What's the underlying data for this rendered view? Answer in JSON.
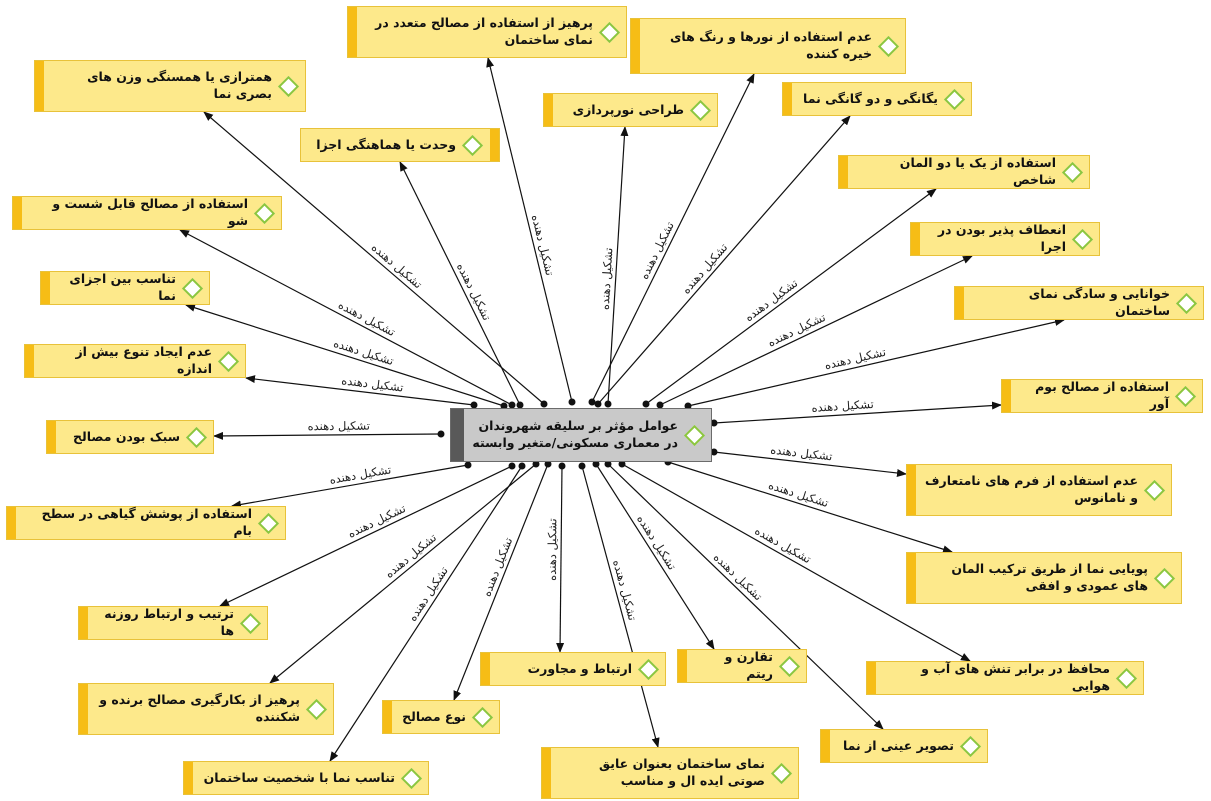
{
  "center": {
    "text": "عوامل مؤثر بر سلیقه شهروندان در معماری مسکونی/متغیر وابسته"
  },
  "edge_label": "تشکیل دهنده",
  "nodes": [
    {
      "id": "n1",
      "text": "پرهیز از استفاده از مصالح متعدد در نمای ساختمان"
    },
    {
      "id": "n2",
      "text": "عدم استفاده از نورها و رنگ های خیره کننده"
    },
    {
      "id": "n3",
      "text": "همترازی یا همسنگی وزن های بصری نما"
    },
    {
      "id": "n4",
      "text": "یگانگی و دو گانگی نما"
    },
    {
      "id": "n5",
      "text": "طراحی نورپردازی"
    },
    {
      "id": "n6",
      "text": "وحدت یا هماهنگی اجزا"
    },
    {
      "id": "n7",
      "text": "استفاده از یک یا دو المان شاخص"
    },
    {
      "id": "n8",
      "text": "استفاده از مصالح قابل شست و شو"
    },
    {
      "id": "n9",
      "text": "انعطاف پذیر بودن در اجرا"
    },
    {
      "id": "n10",
      "text": "تناسب بین اجزای نما"
    },
    {
      "id": "n11",
      "text": "خوانایی و سادگی نمای ساختمان"
    },
    {
      "id": "n12",
      "text": "عدم ایجاد تنوع بیش از اندازه"
    },
    {
      "id": "n13",
      "text": "استفاده از مصالح بوم آور"
    },
    {
      "id": "n14",
      "text": "سبک بودن مصالح"
    },
    {
      "id": "n15",
      "text": "عدم استفاده از فرم های نامتعارف و نامانوس"
    },
    {
      "id": "n16",
      "text": "استفاده از پوشش گیاهی در سطح بام"
    },
    {
      "id": "n17",
      "text": "پویایی نما از طریق ترکیب المان های عمودی و افقی"
    },
    {
      "id": "n18",
      "text": "ترتیب و ارتباط روزنه ها"
    },
    {
      "id": "n19",
      "text": "ارتباط و مجاورت"
    },
    {
      "id": "n20",
      "text": "تقارن و ریتم"
    },
    {
      "id": "n21",
      "text": "محافظ در برابر تنش های آب و هوایی"
    },
    {
      "id": "n22",
      "text": "پرهیز از بکارگیری مصالح برنده و شکننده"
    },
    {
      "id": "n23",
      "text": "نوع مصالح"
    },
    {
      "id": "n24",
      "text": "تصویر عینی از نما"
    },
    {
      "id": "n25",
      "text": "نمای ساختمان بعنوان عایق صوتی ایده ال و مناسب"
    },
    {
      "id": "n26",
      "text": "تناسب نما با شخصیت ساختمان"
    }
  ]
}
